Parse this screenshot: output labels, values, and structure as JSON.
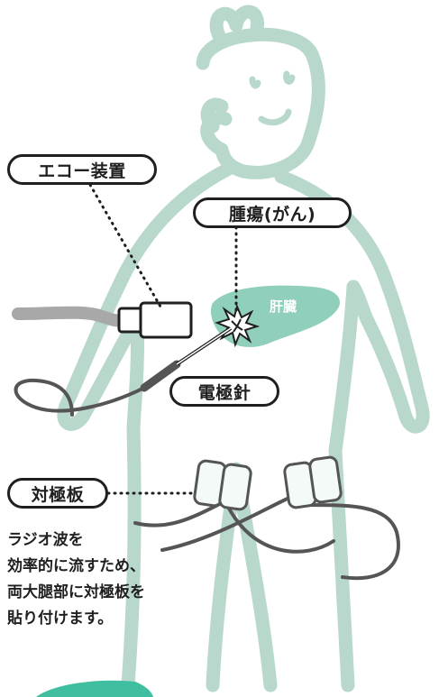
{
  "labels": {
    "echo_device": "エコー装置",
    "tumor": "腫瘍(がん)",
    "liver": "肝臓",
    "electrode_needle": "電極針",
    "counter_plate": "対極板"
  },
  "caption_lines": [
    "ラジオ波を",
    "効率的に流すため、",
    "両大腿部に対極板を",
    "貼り付けます。"
  ],
  "colors": {
    "body_outline": "#b8d8cc",
    "liver": "#8fcfbb",
    "device_gray": "#a8a8a8",
    "cable": "#555555",
    "plate_fill": "#f3faf7",
    "text": "#1f1f1f",
    "bottom_arc": "#3fbf9f"
  }
}
